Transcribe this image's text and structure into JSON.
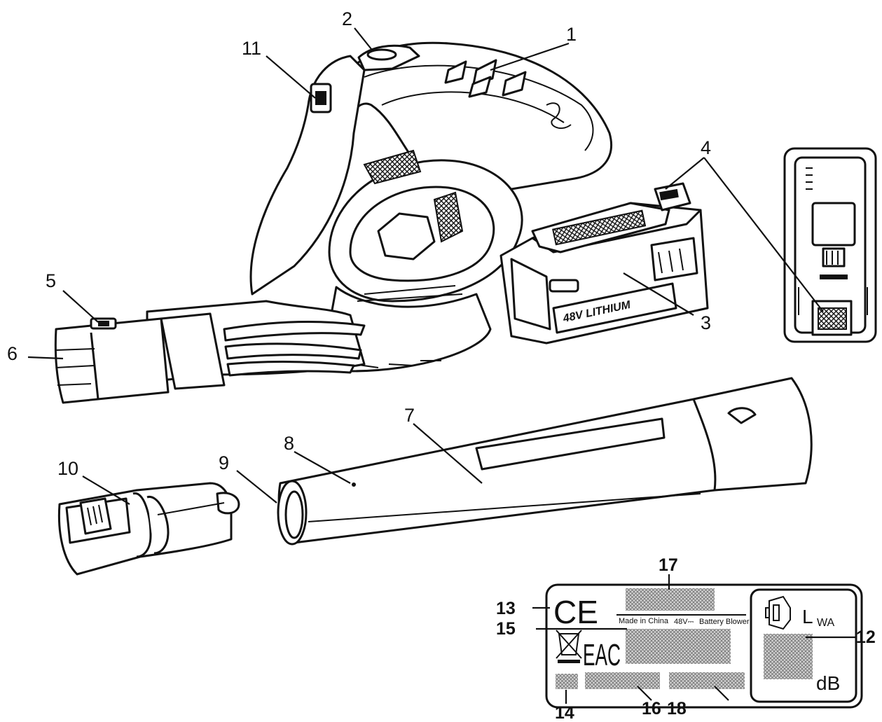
{
  "callouts": {
    "c1": "1",
    "c2": "2",
    "c3": "3",
    "c4": "4",
    "c5": "5",
    "c6": "6",
    "c7": "7",
    "c8": "8",
    "c9": "9",
    "c10": "10",
    "c11": "11",
    "c12": "12",
    "c13": "13",
    "c14": "14",
    "c15": "15",
    "c16": "16",
    "c17": "17",
    "c18": "18"
  },
  "battery": {
    "brand_text": "48V LITHIUM"
  },
  "rating_plate": {
    "ce_mark": "CE",
    "eac_mark": "EAC",
    "made_in": "Made in China",
    "voltage": "48V⎓",
    "product": "Battery Blower",
    "lwa_label": "L",
    "lwa_sub": "WA",
    "unit_db": "dB"
  },
  "colors": {
    "ink": "#111111",
    "paper": "#ffffff",
    "hatch": "#9a9a9a"
  }
}
